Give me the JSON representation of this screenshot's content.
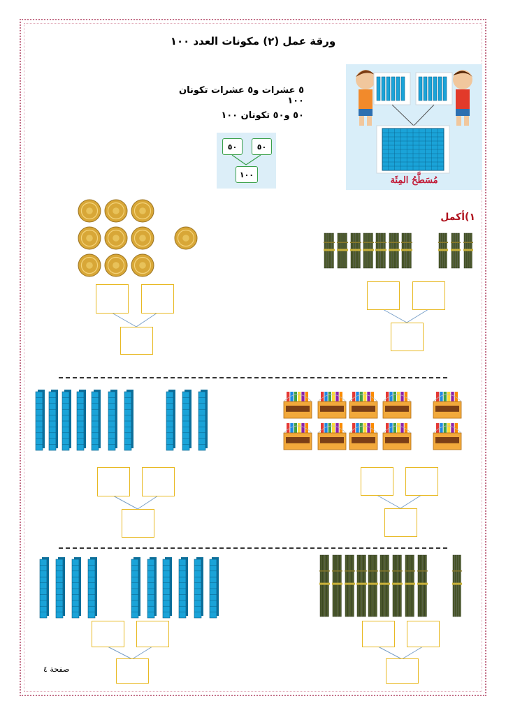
{
  "title": "ورقة عمل (٢) مكونات العدد ١٠٠",
  "intro": {
    "line1": "٥ عشرات و٥ عشرات تكونان ١٠٠",
    "line2": "٥٠ و٥٠ تكونان ١٠٠",
    "example_left": "٥٠",
    "example_right": "٥٠",
    "example_total": "١٠٠"
  },
  "hero_caption": "مُسَطَّحُ المِئَة",
  "section_label": "١)أكمل",
  "footer": "صفحة ٤",
  "colors": {
    "border": "#c4728a",
    "answer_box": "#e8b923",
    "cube_blue": "#1aa3d8",
    "straw_green": "#4d5b2c",
    "coin_gold": "#d8a737",
    "label_red": "#b0141f"
  },
  "exercises": [
    {
      "id": "straws-row1",
      "groups_of_ten": 7,
      "singles_bundles": 3
    },
    {
      "id": "coins",
      "groups_of_ten": 9,
      "singles": 1
    },
    {
      "id": "crayons",
      "boxes": 10
    },
    {
      "id": "cubes-row2",
      "rods": 10
    },
    {
      "id": "straws-row3",
      "bundles": 10
    },
    {
      "id": "cubes-row3",
      "rods": 10
    }
  ]
}
